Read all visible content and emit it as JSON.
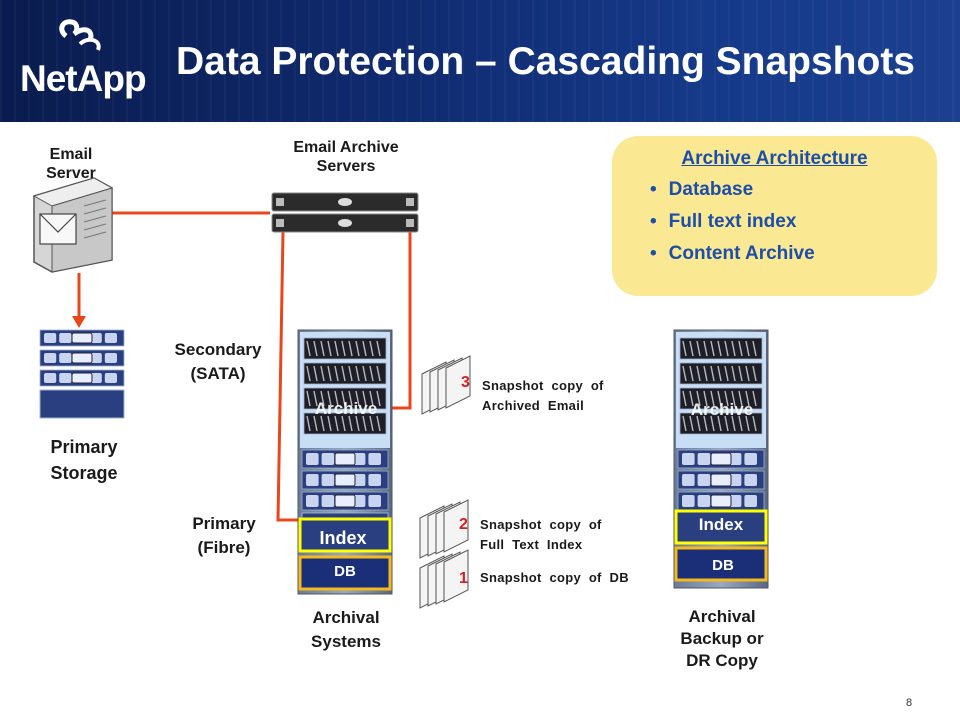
{
  "header": {
    "company": "NetApp",
    "title": "Data Protection – Cascading Snapshots"
  },
  "labels": {
    "email_server": "Email\nServer",
    "email_archive_servers": "Email Archive\nServers",
    "primary_storage": "Primary\nStorage",
    "secondary_sata": "Secondary\n(SATA)",
    "primary_fibre": "Primary\n(Fibre)",
    "archival_systems": "Archival\nSystems",
    "archival_backup": "Archival\nBackup or\nDR Copy"
  },
  "rack_labels": {
    "archive": "Archive",
    "index": "Index",
    "db": "DB"
  },
  "callout": {
    "title": "Archive Architecture",
    "items": [
      "Database",
      "Full text index",
      "Content Archive"
    ]
  },
  "snapshots": [
    {
      "number": "3",
      "label": "Snapshot  copy  of\nArchived  Email"
    },
    {
      "number": "2",
      "label": "Snapshot  copy  of\nFull  Text  Index"
    },
    {
      "number": "1",
      "label": "Snapshot  copy  of  DB"
    }
  ],
  "page_number": "8",
  "colors": {
    "header_bg": "#0f2a6e",
    "connector": "#e8471c",
    "callout_bg": "#fae893",
    "callout_text": "#1d4fa8",
    "highlight": "#ffff00",
    "snapshot_number": "#d81e1e"
  }
}
